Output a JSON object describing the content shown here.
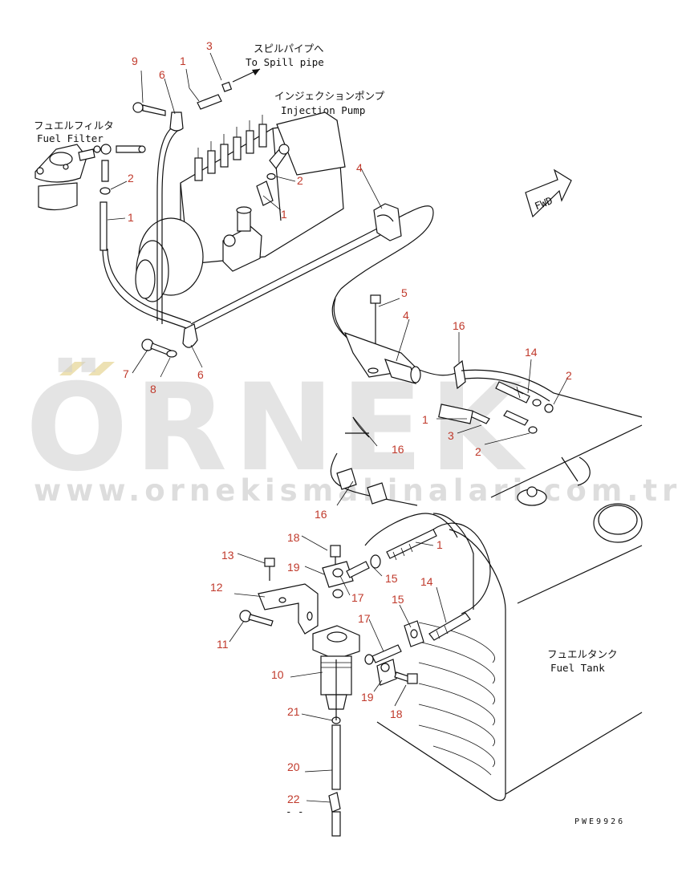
{
  "notes": {
    "spill_jp": "スピルパイプへ",
    "spill_en": "To Spill pipe",
    "pump_jp": "インジェクションポンプ",
    "pump_en": "Injection Pump",
    "filter_jp": "フュエルフィルタ",
    "filter_en": "Fuel Filter",
    "tank_jp": "フュエルタンク",
    "tank_en": "Fuel Tank",
    "fwd": "FWD",
    "drawing_code": "PWE9926",
    "dash": "- -"
  },
  "watermark": {
    "brand": "ÖRNEK",
    "url": "www.ornekismakinalari.com.tr"
  },
  "callouts": [
    "9",
    "1",
    "3",
    "6",
    "2",
    "1",
    "4",
    "2",
    "1",
    "5",
    "4",
    "16",
    "14",
    "2",
    "7",
    "8",
    "6",
    "1",
    "3",
    "16",
    "2",
    "16",
    "1",
    "18",
    "13",
    "19",
    "15",
    "12",
    "17",
    "14",
    "15",
    "11",
    "17",
    "10",
    "19",
    "18",
    "21",
    "20",
    "22"
  ],
  "colors": {
    "callout": "#c0392b",
    "line": "#111111",
    "watermark": "#cfcfcf",
    "watermark_accent": "#e8d9a0"
  }
}
